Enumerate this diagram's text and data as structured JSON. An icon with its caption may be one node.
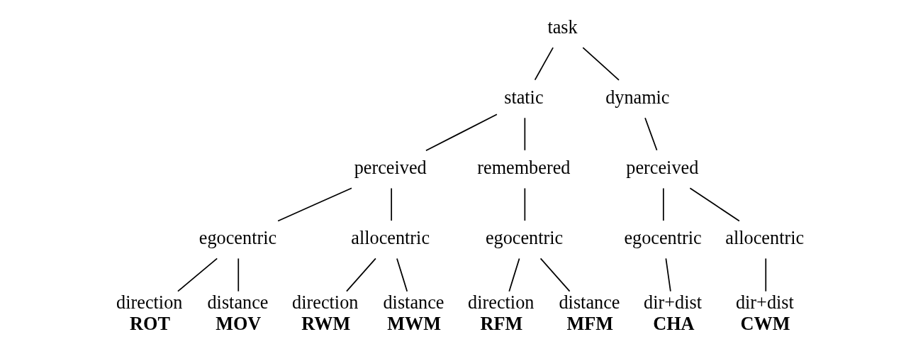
{
  "diagram": {
    "nodes": [
      {
        "text": [
          "task"
        ]
      },
      {
        "text": [
          "static"
        ]
      },
      {
        "text": [
          "dynamic"
        ]
      },
      {
        "text": [
          "perceived"
        ]
      },
      {
        "text": [
          "remembered"
        ]
      },
      {
        "text": [
          "perceived"
        ]
      },
      {
        "text": [
          "egocentric"
        ]
      },
      {
        "text": [
          "allocentric"
        ]
      },
      {
        "text": [
          "egocentric"
        ]
      },
      {
        "text": [
          "egocentric"
        ]
      },
      {
        "text": [
          "allocentric"
        ]
      },
      {
        "text": [
          "direction",
          "ROT"
        ]
      },
      {
        "text": [
          "distance",
          "MOV"
        ]
      },
      {
        "text": [
          "direction",
          "RWM"
        ]
      },
      {
        "text": [
          "distance",
          "MWM"
        ]
      },
      {
        "text": [
          "direction",
          "RFM"
        ]
      },
      {
        "text": [
          "distance",
          "MFM"
        ]
      },
      {
        "text": [
          "dir+dist",
          "CHA"
        ]
      },
      {
        "text": [
          "dir+dist",
          "CWM"
        ]
      }
    ],
    "edges": [
      {
        "from": 0,
        "to": 1,
        "arrow": "none"
      },
      {
        "from": 0,
        "to": 2,
        "arrow": "none"
      },
      {
        "from": 1,
        "to": 3,
        "arrow": "none"
      },
      {
        "from": 1,
        "to": 4,
        "arrow": "none"
      },
      {
        "from": 2,
        "to": 5,
        "arrow": "none"
      },
      {
        "from": 3,
        "to": 6,
        "arrow": "none"
      },
      {
        "from": 3,
        "to": 7,
        "arrow": "none"
      },
      {
        "from": 4,
        "to": 8,
        "arrow": "none"
      },
      {
        "from": 5,
        "to": 9,
        "arrow": "none"
      },
      {
        "from": 5,
        "to": 10,
        "arrow": "none"
      },
      {
        "from": 6,
        "to": 11,
        "arrow": "none"
      },
      {
        "from": 6,
        "to": 12,
        "arrow": "none"
      },
      {
        "from": 7,
        "to": 13,
        "arrow": "none"
      },
      {
        "from": 7,
        "to": 14,
        "arrow": "none"
      },
      {
        "from": 8,
        "to": 15,
        "arrow": "none"
      },
      {
        "from": 8,
        "to": 16,
        "arrow": "none"
      },
      {
        "from": 9,
        "to": 17,
        "arrow": "none"
      },
      {
        "from": 10,
        "to": 18,
        "arrow": "none"
      }
    ]
  }
}
